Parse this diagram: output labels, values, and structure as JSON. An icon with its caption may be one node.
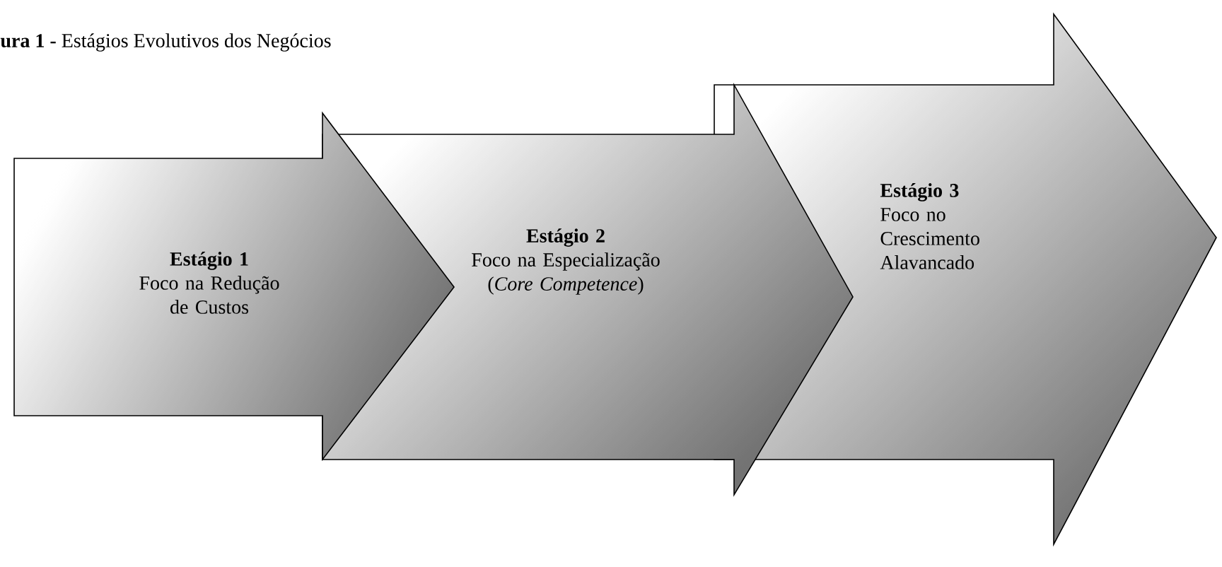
{
  "diagram": {
    "title": "**ura 1 -** Estágios Evolutivos dos Negócios",
    "nodes": [
      {
        "text": [
          "Estágio 1",
          "Foco na Redução de Custos"
        ]
      },
      {
        "text": [
          "Estágio 2",
          "Foco na Especialização (*Core Competence*)"
        ]
      },
      {
        "text": [
          "Estágio 3",
          "Foco no Crescimento Alavancado"
        ]
      }
    ]
  }
}
